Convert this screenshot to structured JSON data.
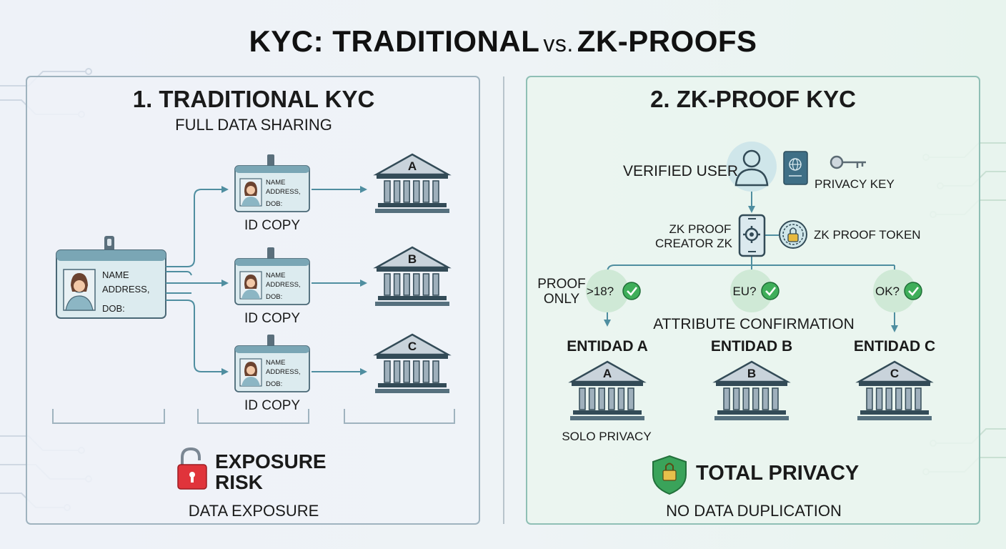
{
  "title": {
    "part1": "KYC: TRADITIONAL",
    "vs": "vs.",
    "part2": "ZK-PROOFS"
  },
  "left": {
    "heading": "1. TRADITIONAL KYC",
    "subheading": "FULL DATA SHARING",
    "source_card": {
      "name": "NAME",
      "address": "ADDRESS,",
      "dob": "DOB:"
    },
    "copies": [
      {
        "name": "NAME",
        "address": "ADDRESS,",
        "dob": "DOB:",
        "caption": "ID COPY",
        "bank": "A"
      },
      {
        "name": "NAME",
        "address": "ADDRESS,",
        "dob": "DOB:",
        "caption": "ID COPY",
        "bank": "B"
      },
      {
        "name": "NAME",
        "address": "ADDRESS,",
        "dob": "DOB:",
        "caption": "ID COPY",
        "bank": "C"
      }
    ],
    "risk_line1": "EXPOSURE",
    "risk_line2": "RISK",
    "footer": "DATA EXPOSURE",
    "colors": {
      "risk": "#e0343b",
      "accent": "#4f8ea0"
    }
  },
  "right": {
    "heading": "2. ZK-PROOF KYC",
    "verified_user": "VERIFIED USER",
    "privacy_key": "PRIVACY KEY",
    "creator_line1": "ZK PROOF",
    "creator_line2": "CREATOR ZK",
    "token": "ZK PROOF TOKEN",
    "proof_only_line1": "PROOF",
    "proof_only_line2": "ONLY",
    "attribute_confirmation": "ATTRIBUTE CONFIRMATION",
    "checks": [
      {
        "label": ">18?",
        "entity": "ENTIDAD A",
        "bank": "A"
      },
      {
        "label": "EU?",
        "entity": "ENTIDAD B",
        "bank": "B"
      },
      {
        "label": "OK?",
        "entity": "ENTIDAD C",
        "bank": "C"
      }
    ],
    "solo_privacy": "SOLO PRIVACY",
    "total_privacy": "TOTAL PRIVACY",
    "footer": "NO DATA DUPLICATION",
    "colors": {
      "check": "#3fae5a",
      "shield": "#2e9a4c"
    }
  }
}
